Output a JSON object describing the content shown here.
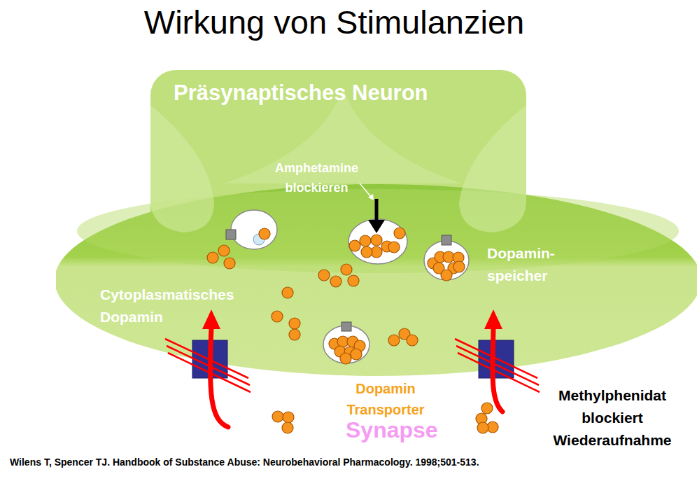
{
  "diagram": {
    "title": "Wirkung von Stimulanzien",
    "caption": "Wilens T, Spencer TJ. Handbook of Substance Abuse: Neurobehavioral Pharmacology. 1998;501-513.",
    "nodes": [
      {
        "text": [
          "Präsynaptisches Neuron",
          "Amphetamine blockieren",
          "Cytoplasmatisches Dopamin",
          "Dopamin- speicher"
        ]
      }
    ],
    "labels": [
      "Dopamin Transporter",
      "Synapse",
      "Methylphenidat blockiert Wiederaufnahme"
    ]
  }
}
